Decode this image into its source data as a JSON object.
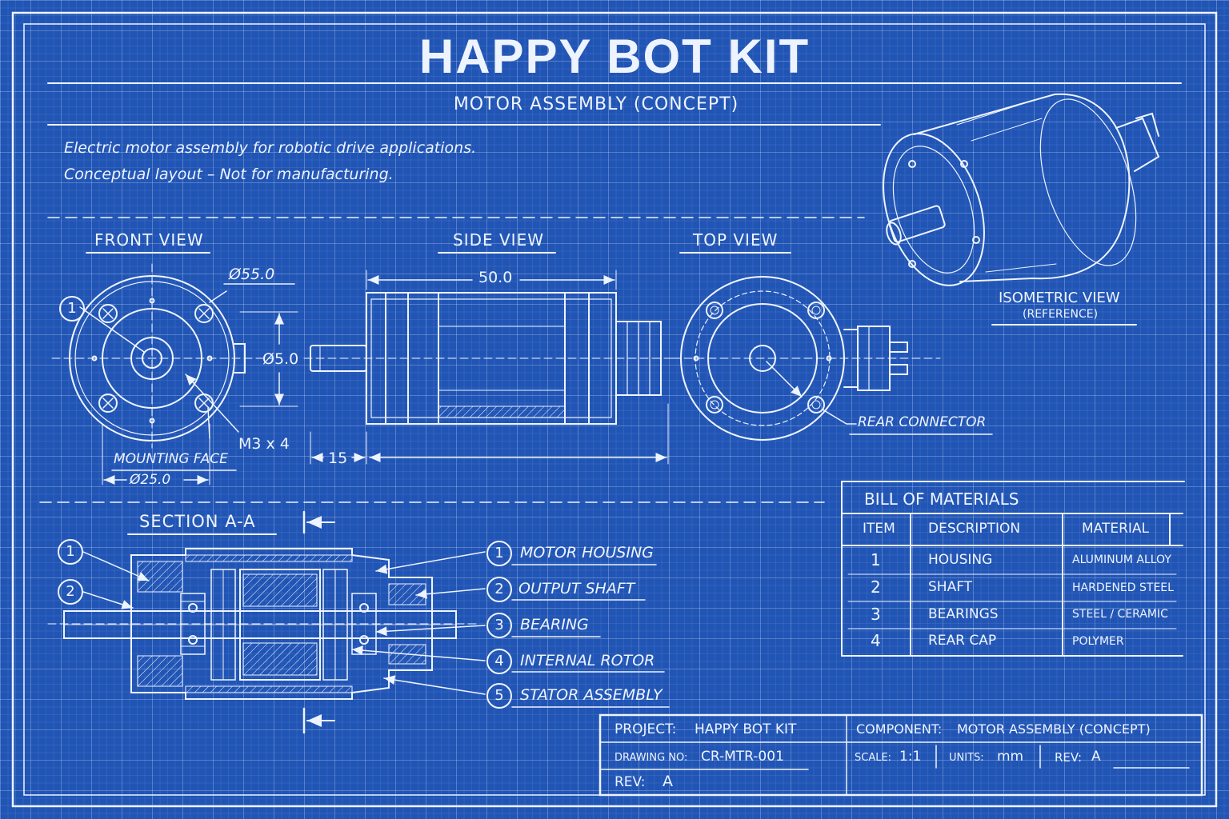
{
  "title": "HAPPY BOT KIT",
  "subtitle": "MOTOR ASSEMBLY (CONCEPT)",
  "notes": [
    "Electric motor assembly for robotic drive applications.",
    "Conceptual layout – Not for manufacturing."
  ],
  "views": {
    "front": {
      "label": "FRONT VIEW",
      "dim_outer": "Ø55.0",
      "dim_shaft": "Ø5.0",
      "screws": "M3 x 4",
      "mounting_face": "MOUNTING FACE",
      "dim_pilot": "Ø25.0",
      "callout": "1"
    },
    "side": {
      "label": "SIDE VIEW",
      "dim_length": "50.0",
      "dim_shaft": "15"
    },
    "top": {
      "label": "TOP VIEW",
      "rear_connector": "REAR CONNECTOR"
    },
    "isometric": {
      "label": "ISOMETRIC VIEW",
      "sublabel": "(REFERENCE)"
    },
    "section": {
      "label": "SECTION A-A",
      "callout_left": [
        "1",
        "2"
      ]
    }
  },
  "parts": [
    {
      "num": "1",
      "name": "MOTOR HOUSING"
    },
    {
      "num": "2",
      "name": "OUTPUT SHAFT"
    },
    {
      "num": "3",
      "name": "BEARING"
    },
    {
      "num": "4",
      "name": "INTERNAL ROTOR"
    },
    {
      "num": "5",
      "name": "STATOR ASSEMBLY"
    }
  ],
  "bom": {
    "title": "BILL OF MATERIALS",
    "headers": [
      "ITEM",
      "DESCRIPTION",
      "MATERIAL"
    ],
    "rows": [
      [
        "1",
        "HOUSING",
        "ALUMINUM ALLOY"
      ],
      [
        "2",
        "SHAFT",
        "HARDENED STEEL"
      ],
      [
        "3",
        "BEARINGS",
        "STEEL / CERAMIC"
      ],
      [
        "4",
        "REAR CAP",
        "POLYMER"
      ]
    ]
  },
  "title_block": {
    "project_label": "PROJECT:",
    "project": "HAPPY BOT KIT",
    "component_label": "COMPONENT:",
    "component": "MOTOR ASSEMBLY (CONCEPT)",
    "drawing_label": "DRAWING NO:",
    "drawing": "CR-MTR-001",
    "scale_label": "SCALE:",
    "scale": "1:1",
    "units_label": "UNITS:",
    "units": "mm",
    "rev_label": "REV:",
    "rev": "A",
    "rev2_label": "REV:",
    "rev2": "A"
  },
  "colors": {
    "background": "#2155b5",
    "line": "#eef4ff"
  }
}
